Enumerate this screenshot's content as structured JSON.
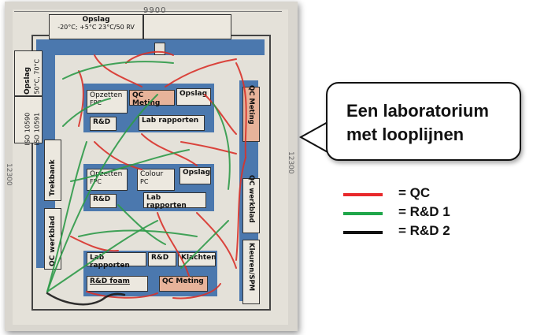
{
  "plan": {
    "dimension_top": "9900",
    "dimension_side_left": "12300",
    "dimension_side_right": "12300",
    "storage_top": {
      "title": "Opslag",
      "temps": "-20°C; +5°C     23°C/50 RV"
    },
    "storage_left": {
      "title": "Opslag",
      "temps": "50°C, 70°C"
    },
    "iso_left": "ISO 10590\nISO 10591",
    "trekbank": "Trekbank",
    "qc_werkblad_left": "QC werkblad",
    "qc_meting_right": "QC Meting",
    "qc_werkblad_right": "QC werkblad",
    "kleuren_spm": "Kleuren/SPM",
    "island1": {
      "opzetten": "Opzetten",
      "opzetten_sub": "FPC",
      "qc_meting": "QC Meting",
      "opslag": "Opslag",
      "rd": "R&D",
      "lab_rapporten": "Lab rapporten"
    },
    "island2": {
      "opzetten": "Opzetten",
      "opzetten_sub": "FPC",
      "colour": "Colour",
      "colour_sub": "PC",
      "opslag": "Opslag",
      "rd": "R&D",
      "lab_rapporten": "Lab rapporten"
    },
    "island3": {
      "lab_rapporten": "Lab rapporten",
      "rd": "R&D",
      "klachten": "Klachten",
      "rd_foam": "R&D foam",
      "qc_meting": "QC Meting"
    },
    "sink_icon": "sink-icon"
  },
  "callout": {
    "line1": "Een laboratorium",
    "line2": "met looplijnen"
  },
  "legend": [
    {
      "label": "= QC",
      "color": "#e8282b"
    },
    {
      "label": "= R&D 1",
      "color": "#1fa64a"
    },
    {
      "label": "= R&D 2",
      "color": "#111111"
    }
  ],
  "colors": {
    "qc_path": "#d8322a",
    "rd1_path": "#2e9a48",
    "rd2_path": "#1a1a1a",
    "bench": "#4b78ae",
    "paper": "#e4e1d9"
  }
}
